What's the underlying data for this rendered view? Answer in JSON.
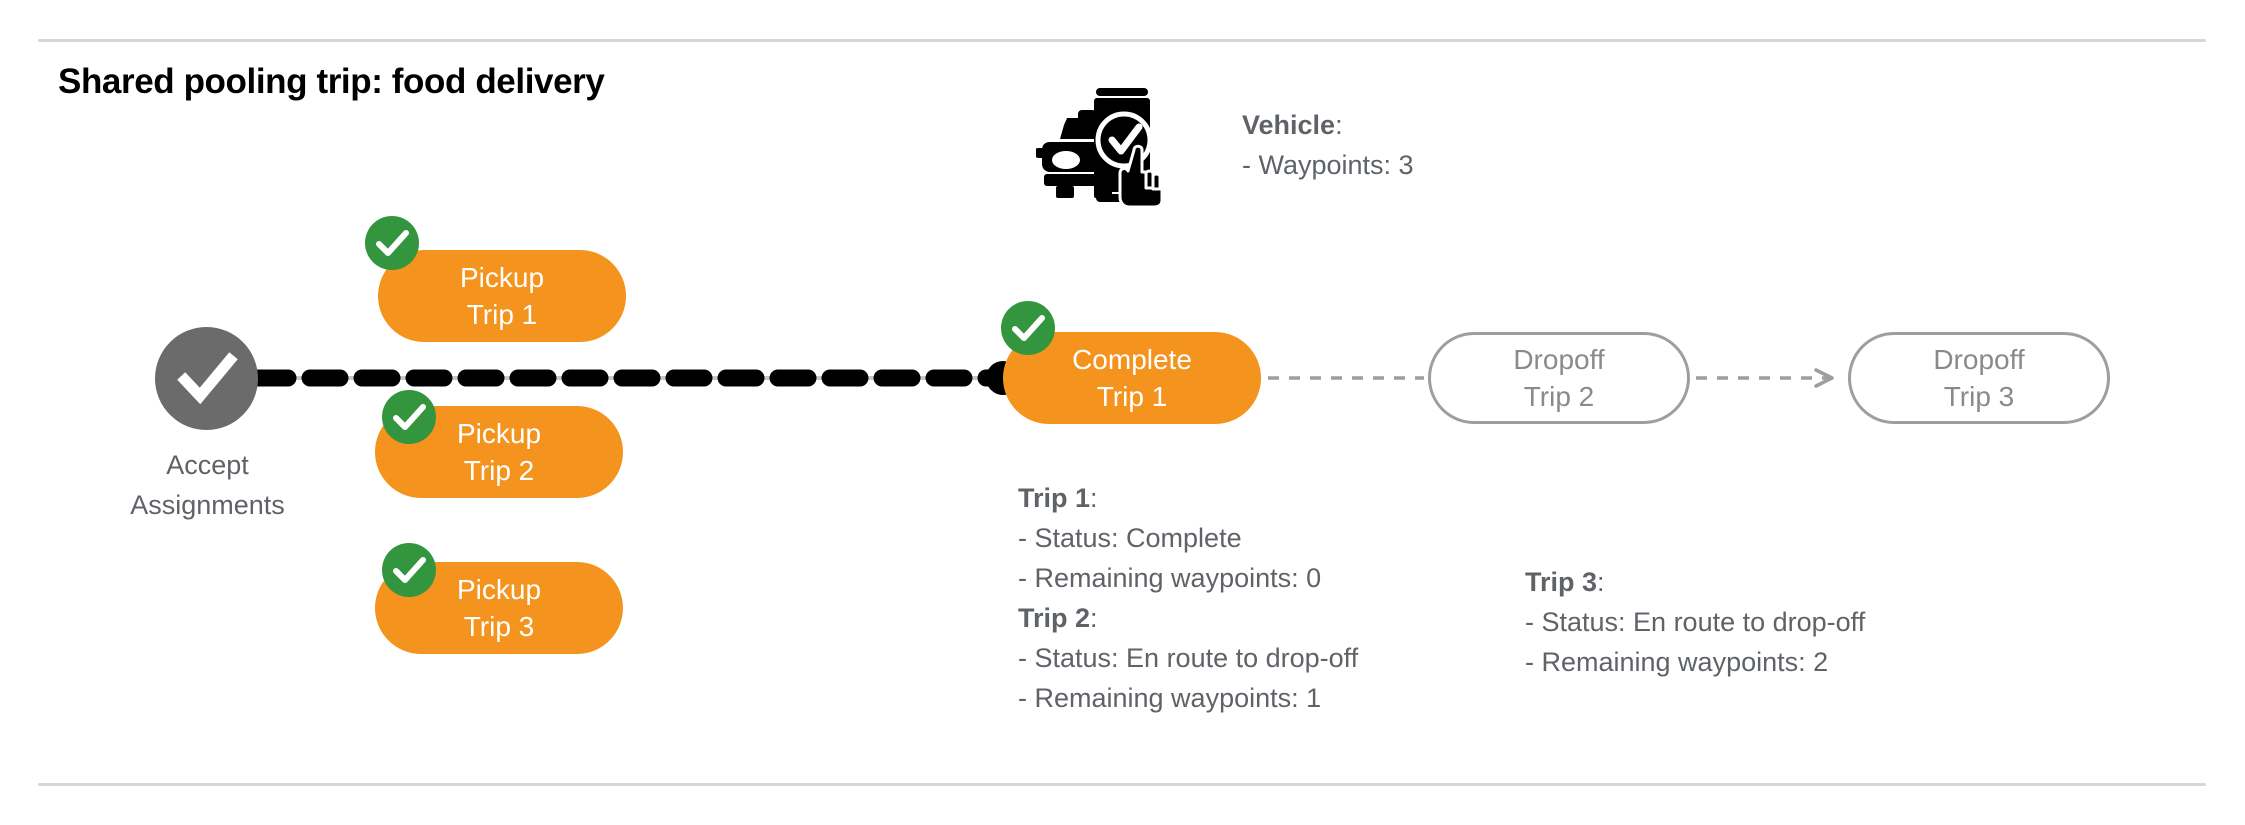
{
  "page": {
    "title": "Shared pooling trip: food delivery",
    "background": "#ffffff",
    "accent_orange": "#F4931E",
    "accent_green": "#33963F",
    "accent_gray": "#5f6368",
    "node_outline_gray": "#9e9e9e",
    "accept_circle_gray": "#6b6b6b",
    "rule_gray": "#d6d6d6"
  },
  "vehicle": {
    "icon": "car-phone-check-icon",
    "label": "Vehicle",
    "label_suffix": ":",
    "waypoints_line": "- Waypoints: 3",
    "waypoints": 3
  },
  "start_node": {
    "icon": "check-circle-icon",
    "label_line_1": "Accept",
    "label_line_2": "Assignments"
  },
  "nodes": [
    {
      "id": "pickup-trip-1",
      "line1": "Pickup",
      "line2": "Trip 1",
      "state": "done",
      "style": "filled",
      "badge": "check-badge-icon"
    },
    {
      "id": "pickup-trip-2",
      "line1": "Pickup",
      "line2": "Trip 2",
      "state": "done",
      "style": "filled",
      "badge": "check-badge-icon"
    },
    {
      "id": "pickup-trip-3",
      "line1": "Pickup",
      "line2": "Trip 3",
      "state": "done",
      "style": "filled",
      "badge": "check-badge-icon"
    },
    {
      "id": "complete-trip-1",
      "line1": "Complete",
      "line2": "Trip 1",
      "state": "done",
      "style": "filled",
      "badge": "check-badge-icon"
    },
    {
      "id": "dropoff-trip-2",
      "line1": "Dropoff",
      "line2": "Trip 2",
      "state": "pending",
      "style": "outlined",
      "badge": null
    },
    {
      "id": "dropoff-trip-3",
      "line1": "Dropoff",
      "line2": "Trip 3",
      "state": "pending",
      "style": "outlined",
      "badge": null
    }
  ],
  "trip_details_left": {
    "trip_1": {
      "heading": "Trip 1",
      "heading_suffix": ":",
      "status_line": "- Status:  Complete",
      "waypoints_line": "- Remaining waypoints: 0",
      "status": "Complete",
      "remaining_waypoints": 0
    },
    "trip_2": {
      "heading": "Trip 2",
      "heading_suffix": ":",
      "status_line": "- Status:  En route to drop-off",
      "waypoints_line": "- Remaining waypoints: 1",
      "status": "En route to drop-off",
      "remaining_waypoints": 1
    }
  },
  "trip_details_right": {
    "trip_3": {
      "heading": "Trip 3",
      "heading_suffix": ":",
      "status_line": "- Status:  En route to drop-off",
      "waypoints_line": "- Remaining waypoints: 2",
      "status": "En route to drop-off",
      "remaining_waypoints": 2
    }
  }
}
